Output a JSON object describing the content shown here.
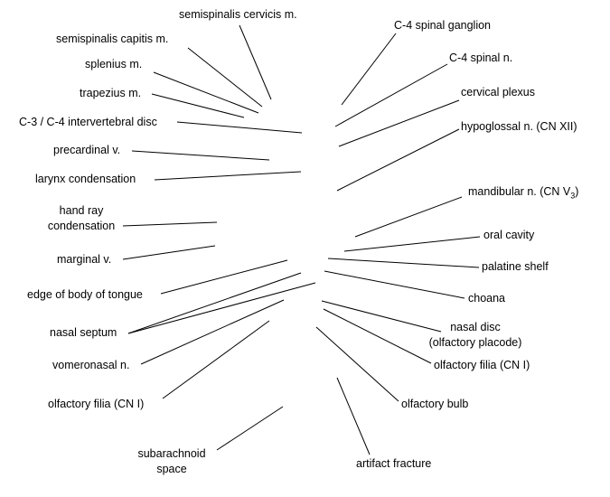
{
  "labels": {
    "semispinalis_cervicis": "semispinalis cervicis m.",
    "semispinalis_capitis": "semispinalis capitis m.",
    "splenius": "splenius m.",
    "trapezius": "trapezius m.",
    "intervertebral_disc": "C-3 / C-4 intervertebral disc",
    "precardinal": "precardinal v.",
    "larynx": "larynx condensation",
    "hand_ray_1": "hand ray",
    "hand_ray_2": "condensation",
    "marginal": "marginal v.",
    "edge_tongue": "edge of body of tongue",
    "nasal_septum": "nasal septum",
    "vomeronasal": "vomeronasal n.",
    "olfactory_filia_left": "olfactory filia (CN I)",
    "subarachnoid_1": "subarachnoid",
    "subarachnoid_2": "space",
    "c4_ganglion": "C-4 spinal ganglion",
    "c4_nerve": "C-4 spinal n.",
    "cervical_plexus": "cervical plexus",
    "hypoglossal": "hypoglossal n. (CN XII)",
    "mandibular": "mandibular n. (CN V",
    "mandibular_sub": "3",
    "mandibular_close": ")",
    "oral_cavity": "oral cavity",
    "palatine_shelf": "palatine shelf",
    "choana": "choana",
    "nasal_disc_1": "nasal disc",
    "nasal_disc_2": "(olfactory placode)",
    "olfactory_filia_right": "olfactory filia (CN I)",
    "olfactory_bulb": "olfactory bulb",
    "artifact_fracture": "artifact fracture"
  }
}
